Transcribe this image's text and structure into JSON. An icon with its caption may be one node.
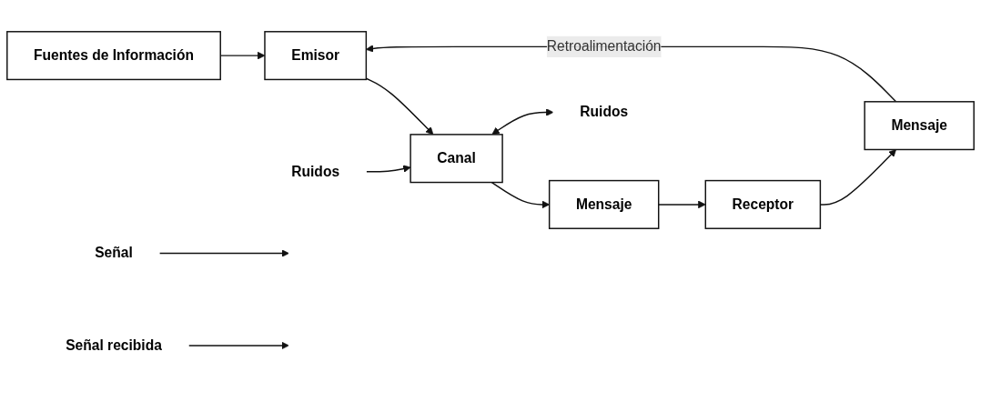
{
  "diagram": {
    "nodes": [
      {
        "text": [
          "Fuentes de Información"
        ]
      },
      {
        "text": [
          "Emisor"
        ]
      },
      {
        "text": [
          "Canal"
        ]
      },
      {
        "text": [
          "Mensaje"
        ]
      },
      {
        "text": [
          "Receptor"
        ]
      },
      {
        "text": [
          "Mensaje"
        ]
      },
      {
        "text": [
          "Ruidos"
        ]
      },
      {
        "text": [
          "Ruidos"
        ]
      },
      {
        "text": [
          "Señal"
        ]
      },
      {
        "text": [
          "Señal recibida"
        ]
      }
    ],
    "edges": [
      {
        "from": 0,
        "to": 1,
        "arrow": "to"
      },
      {
        "from": 1,
        "to": 2,
        "arrow": "to"
      },
      {
        "from": 2,
        "to": 3,
        "arrow": "to"
      },
      {
        "from": 3,
        "to": 4,
        "arrow": "to"
      },
      {
        "from": 4,
        "to": 5,
        "arrow": "to"
      },
      {
        "from": 6,
        "to": 2,
        "arrow": "to"
      },
      {
        "from": 2,
        "to": 7,
        "arrow": "both"
      },
      {
        "from": 8,
        "to": null,
        "arrow": "to"
      },
      {
        "from": 9,
        "to": null,
        "arrow": "to"
      },
      {
        "from": 5,
        "to": 1,
        "arrow": "to",
        "label": "Retroalimentación"
      }
    ]
  }
}
